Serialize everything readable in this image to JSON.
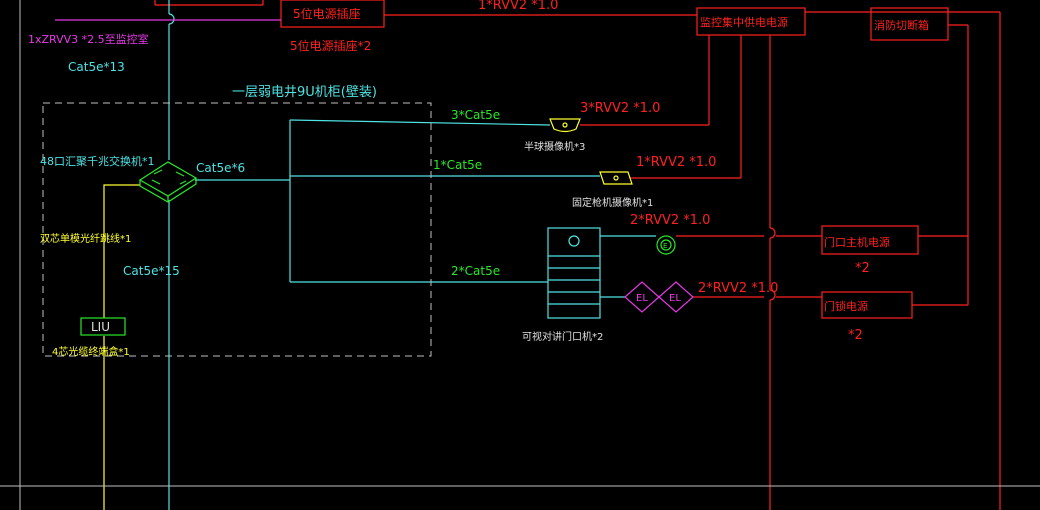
{
  "colors": {
    "background": "#000000",
    "red": "#ff2020",
    "cyan": "#4fe3e3",
    "green": "#28e828",
    "yellow": "#ffff30",
    "magenta": "#e838e8",
    "white": "#e0e0e0",
    "gray": "#bfbfbf"
  },
  "labels": {
    "socket_box": "5位电源插座",
    "socket_count": "5位电源插座*2",
    "rvv_top": "1*RVV2 *1.0",
    "monitor_power": "监控集中供电电源",
    "fire_cutoff": "消防切断箱",
    "zrvv": "1xZRVV3 *2.5至监控室",
    "cat5e_13": "Cat5e*13",
    "cabinet_title": "一层弱电井9U机柜(壁装)",
    "switch_label": "48口汇聚千兆交换机*1",
    "cat5e_6": "Cat5e*6",
    "fiber_jumper": "双芯单模光纤跳线*1",
    "cat5e_15": "Cat5e*15",
    "liu": "LIU",
    "fiber_box": "4芯光缆终端盒*1",
    "cat5e_3": "3*Cat5e",
    "rvv_3": "3*RVV2 *1.0",
    "dome_camera": "半球摄像机*3",
    "cat5e_1": "1*Cat5e",
    "rvv_1": "1*RVV2 *1.0",
    "fixed_camera": "固定枪机摄像机*1",
    "rvv_2a": "2*RVV2 *1.0",
    "door_host_power": "门口主机电源",
    "door_host_count": "*2",
    "cat5e_2": "2*Cat5e",
    "intercom": "可视对讲门口机*2",
    "el_1": "EL",
    "el_2": "EL",
    "rvv_2b": "2*RVV2 *1.0",
    "lock_power": "门锁电源",
    "lock_count": "*2",
    "button_e": "E"
  }
}
